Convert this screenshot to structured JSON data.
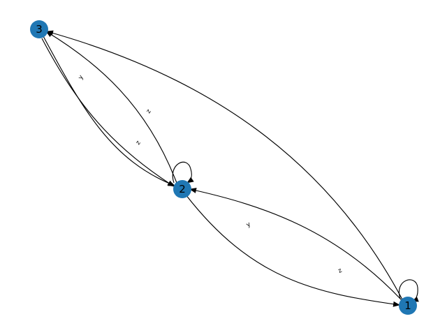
{
  "graph": {
    "directed": true,
    "node_color": "#1f77b4",
    "edge_color": "#000000",
    "nodes": [
      {
        "id": "1",
        "label": "1"
      },
      {
        "id": "2",
        "label": "2"
      },
      {
        "id": "3",
        "label": "3"
      }
    ],
    "edges": [
      {
        "source": "1",
        "target": "1",
        "label": ""
      },
      {
        "source": "2",
        "target": "2",
        "label": ""
      },
      {
        "source": "2",
        "target": "1",
        "label": "z"
      },
      {
        "source": "1",
        "target": "2",
        "label": "y"
      },
      {
        "source": "3",
        "target": "2",
        "label": "z"
      },
      {
        "source": "2",
        "target": "3",
        "label": "z"
      },
      {
        "source": "3",
        "target": "2",
        "label": "y"
      },
      {
        "source": "1",
        "target": "3",
        "label": ""
      }
    ]
  }
}
